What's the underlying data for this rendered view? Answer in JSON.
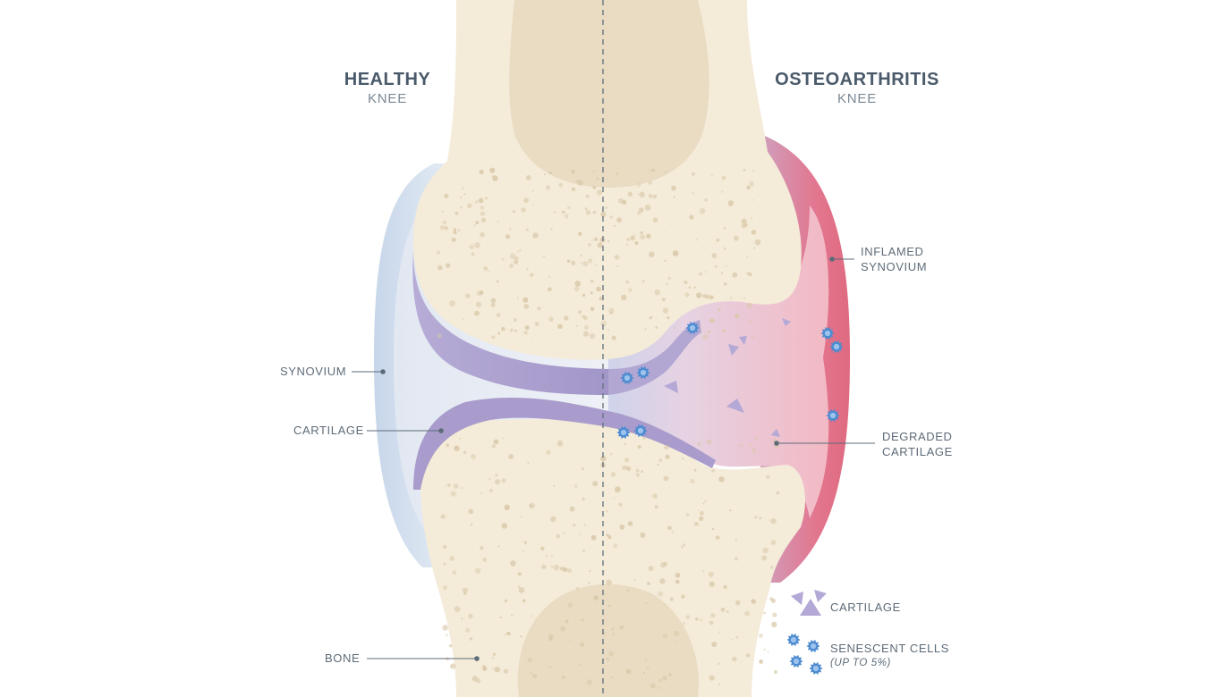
{
  "titles": {
    "healthy_main": "HEALTHY",
    "healthy_sub": "KNEE",
    "oa_main": "OSTEOARTHRITIS",
    "oa_sub": "KNEE"
  },
  "labels": {
    "synovium": "SYNOVIUM",
    "cartilage": "CARTILAGE",
    "bone": "BONE",
    "inflamed_1": "INFLAMED",
    "inflamed_2": "SYNOVIUM",
    "degraded_1": "DEGRADED",
    "degraded_2": "CARTILAGE"
  },
  "legend": {
    "cartilage": "CARTILAGE",
    "senescent": "SENESCENT CELLS",
    "senescent_note": "(UP TO 5%)"
  },
  "colors": {
    "bone": "#f4ebd9",
    "bone_shadow": "#e9dcc3",
    "bone_speckle": "#d9c8a8",
    "healthy_synovium": "#c7d6ea",
    "cartilage": "#a99ccc",
    "inflamed_synovium": "#e06a80",
    "degraded_cartilage": "#f2c4cc",
    "senescent_cell": "#4d8bd0",
    "text_dark": "#4a5a6a",
    "text_light": "#7a8894"
  }
}
